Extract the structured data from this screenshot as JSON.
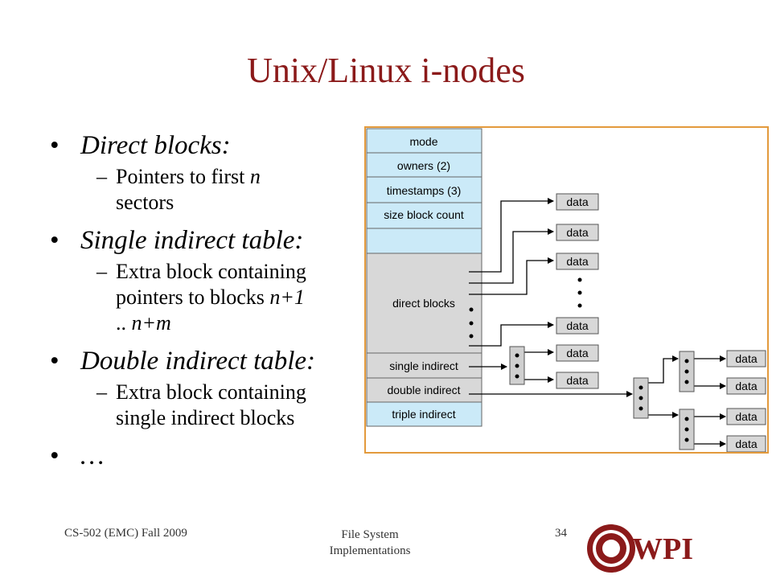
{
  "slide": {
    "title": "Unix/Linux i-nodes",
    "bullets": [
      {
        "text": "Direct blocks:",
        "sub": [
          "Pointers to first n sectors"
        ]
      },
      {
        "text": "Single indirect table:",
        "sub": [
          "Extra block containing pointers to blocks n+1 .. n+m"
        ]
      },
      {
        "text": "Double indirect table:",
        "sub": [
          "Extra block containing single indirect blocks"
        ]
      },
      {
        "text": "…",
        "sub": []
      }
    ],
    "sub_lines": {
      "b1a": "Pointers to first ",
      "b1n": "n",
      "b1b": "sectors",
      "b2a": "Extra block containing",
      "b2b": "pointers to blocks ",
      "b2n1": "n+1",
      "b2c": ".. ",
      "b2n2": "n+m",
      "b3a": "Extra block containing",
      "b3b": "single indirect blocks"
    }
  },
  "footer": {
    "course": "CS-502 (EMC) Fall 2009",
    "topic_line1": "File System",
    "topic_line2": "Implementations",
    "page": "34",
    "logo_text": "WPI"
  },
  "diagram": {
    "inode_fields": [
      "mode",
      "owners (2)",
      "timestamps (3)",
      "size block count",
      "direct blocks",
      "single indirect",
      "double indirect",
      "triple indirect"
    ],
    "data_label": "data",
    "colors": {
      "inode_top": "#cbeaf8",
      "inode_direct": "#d8d8d8",
      "indirect_fill": "#d0d0d0",
      "frame": "#e39a3c",
      "title": "#8b1a1a"
    }
  }
}
